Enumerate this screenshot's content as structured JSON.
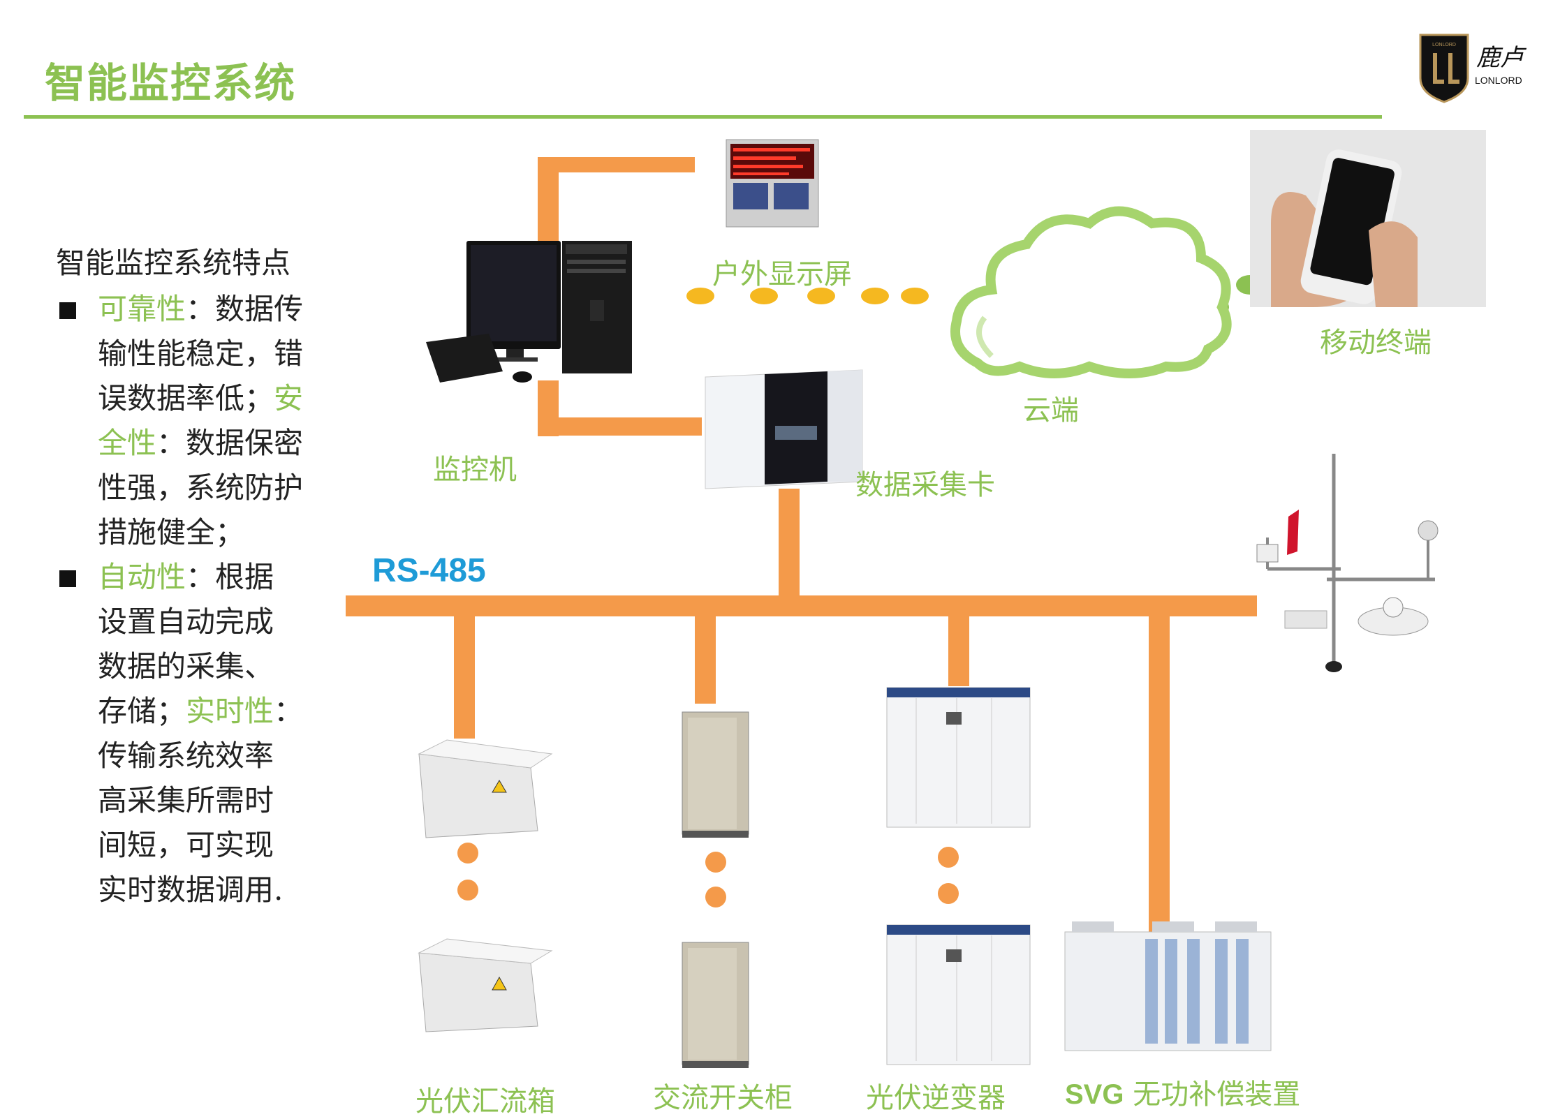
{
  "title": "智能监控系统",
  "logo": {
    "text": "鹿卢",
    "brand": "LONLORD",
    "badge": "LONLORD"
  },
  "features": {
    "heading": "智能监控系统特点",
    "items": [
      {
        "lines": [
          [
            {
              "t": "可靠性",
              "hl": true
            },
            {
              "t": "：数据传"
            }
          ],
          [
            {
              "t": "输性能稳定，错"
            }
          ],
          [
            {
              "t": "误数据率低；"
            },
            {
              "t": "安",
              "hl": true
            }
          ],
          [
            {
              "t": "全性",
              "hl": true
            },
            {
              "t": "：数据保密"
            }
          ],
          [
            {
              "t": "性强，系统防护"
            }
          ],
          [
            {
              "t": "措施健全；"
            }
          ]
        ]
      },
      {
        "lines": [
          [
            {
              "t": "自动性",
              "hl": true
            },
            {
              "t": "：根据"
            }
          ],
          [
            {
              "t": "设置自动完成"
            }
          ],
          [
            {
              "t": "数据的采集、"
            }
          ],
          [
            {
              "t": "存储；"
            },
            {
              "t": "实时性",
              "hl": true
            },
            {
              "t": "："
            }
          ],
          [
            {
              "t": "传输系统效率"
            }
          ],
          [
            {
              "t": "高采集所需时"
            }
          ],
          [
            {
              "t": "间短，可实现"
            }
          ],
          [
            {
              "t": "实时数据调用."
            }
          ]
        ]
      }
    ]
  },
  "labels": {
    "outdoor_display": "户外显示屏",
    "cloud": "云端",
    "mobile": "移动终端",
    "monitor_pc": "监控机",
    "data_card": "数据采集卡",
    "bus": "RS-485",
    "combiner": "光伏汇流箱",
    "ac_cabinet": "交流开关柜",
    "inverter": "光伏逆变器",
    "svg_prefix": "SVG",
    "svg_rest": " 无功补偿装置"
  },
  "colors": {
    "accent": "#8cc152",
    "line": "#f49a4a",
    "dot": "#f5b820",
    "bus_label": "#1e9bd7"
  },
  "icons": [
    "computer-icon",
    "led-display-icon",
    "cloud-icon",
    "smartphone-icon",
    "data-card-icon",
    "weather-station-icon",
    "combiner-box-icon",
    "switch-cabinet-icon",
    "inverter-icon",
    "svg-device-icon"
  ]
}
